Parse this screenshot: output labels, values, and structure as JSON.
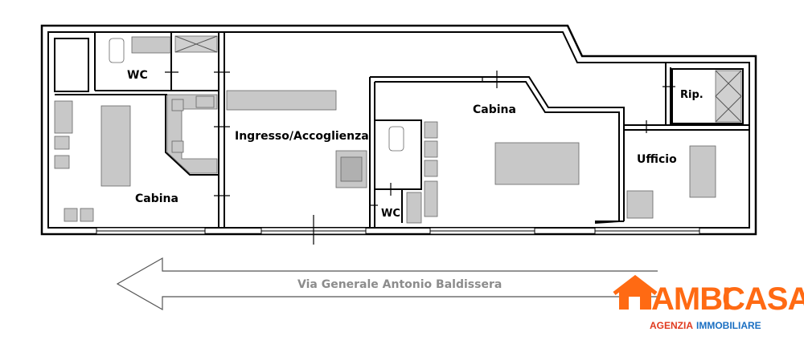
{
  "rooms": {
    "wc_top": "WC",
    "cabina_left": "Cabina",
    "ingresso": "Ingresso/Accoglienza",
    "wc_small": "WC",
    "cabina_center": "Cabina",
    "rip": "Rip.",
    "ufficio": "Ufficio"
  },
  "street": {
    "name": "Via Generale Antonio Baldissera"
  },
  "logo": {
    "text_dark": "AMBI",
    "text_orange": "CASA",
    "tagline_left": "AGENZIA",
    "tagline_right": "IMMOBILIARE",
    "colors": {
      "dark": "#ff6a13",
      "orange": "#ff6a13",
      "tagline_left": "#e03a1e",
      "tagline_right": "#1a6fc2"
    }
  }
}
